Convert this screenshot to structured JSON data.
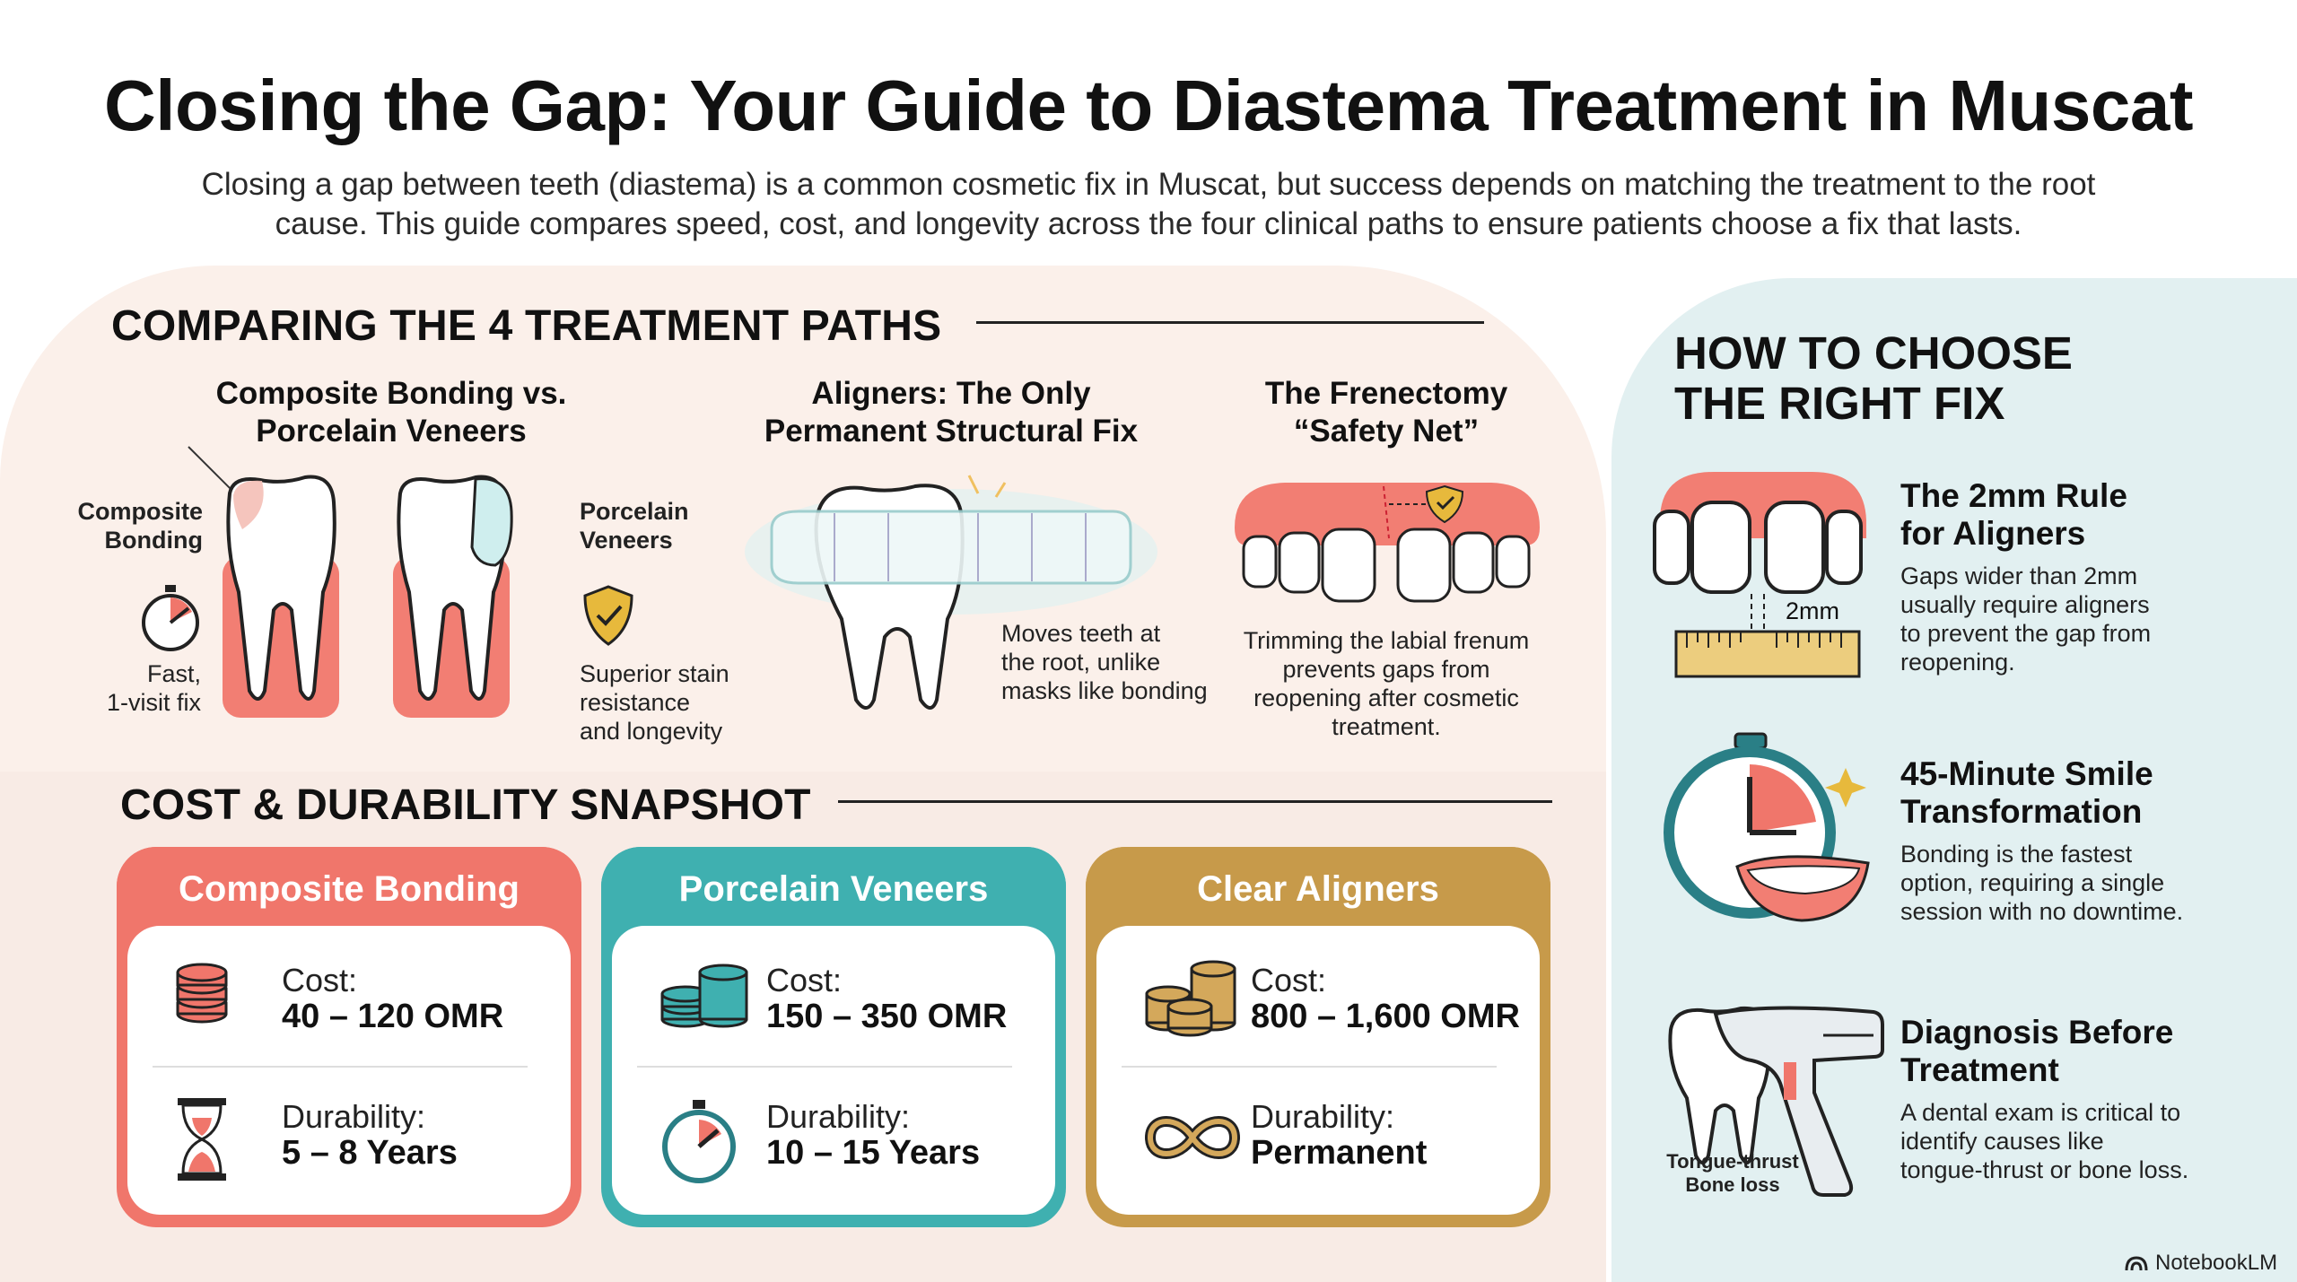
{
  "header": {
    "title": "Closing the Gap: Your Guide to Diastema Treatment in Muscat",
    "subtitle_line1": "Closing a gap between teeth (diastema) is a common cosmetic fix in Muscat, but success depends on matching the treatment to the root",
    "subtitle_line2": "cause. This guide compares speed, cost, and longevity across the four clinical paths to ensure patients choose a fix that lasts."
  },
  "paths": {
    "heading": "COMPARING THE 4 TREATMENT PATHS",
    "bonding_veneers": {
      "title_line1": "Composite Bonding vs.",
      "title_line2": "Porcelain Veneers",
      "left_label_line1": "Composite",
      "left_label_line2": "Bonding",
      "left_note_line1": "Fast,",
      "left_note_line2": "1-visit fix",
      "right_label_line1": "Porcelain",
      "right_label_line2": "Veneers",
      "right_note_line1": "Superior stain",
      "right_note_line2": "resistance",
      "right_note_line3": "and longevity"
    },
    "aligners": {
      "title_line1": "Aligners: The Only",
      "title_line2": "Permanent Structural Fix",
      "note_line1": "Moves teeth at",
      "note_line2": "the root, unlike",
      "note_line3": "masks like bonding"
    },
    "frenectomy": {
      "title_line1": "The Frenectomy",
      "title_line2": "“Safety Net”",
      "note_line1": "Trimming the labial frenum",
      "note_line2": "prevents gaps from",
      "note_line3": "reopening after cosmetic",
      "note_line4": "treatment."
    }
  },
  "snapshot": {
    "heading": "COST & DURABILITY SNAPSHOT",
    "cost_label": "Cost:",
    "durability_label": "Durability:",
    "cards": [
      {
        "name": "Composite Bonding",
        "cost": "40 – 120 OMR",
        "durability": "5 – 8 Years",
        "color": "#f0766b"
      },
      {
        "name": "Porcelain Veneers",
        "cost": "150 – 350 OMR",
        "durability": "10 – 15 Years",
        "color": "#3fb0b0"
      },
      {
        "name": "Clear Aligners",
        "cost": "800 – 1,600 OMR",
        "durability": "Permanent",
        "color": "#c79a4a"
      }
    ]
  },
  "choose": {
    "heading_line1": "HOW TO CHOOSE",
    "heading_line2": "THE RIGHT FIX",
    "items": [
      {
        "title_line1": "The 2mm Rule",
        "title_line2": "for Aligners",
        "text_line1": "Gaps wider than 2mm",
        "text_line2": "usually require aligners",
        "text_line3": "to prevent the gap from",
        "text_line4": "reopening.",
        "icon_label": "2mm"
      },
      {
        "title_line1": "45-Minute Smile",
        "title_line2": "Transformation",
        "text_line1": "Bonding is the fastest",
        "text_line2": "option, requiring a single",
        "text_line3": "session with no downtime."
      },
      {
        "title_line1": "Diagnosis Before",
        "title_line2": "Treatment",
        "text_line1": "A dental exam is critical to",
        "text_line2": "identify causes like",
        "text_line3": "tongue-thrust or bone loss.",
        "icon_label_line1": "Tongue-thrust",
        "icon_label_line2": "Bone loss"
      }
    ]
  },
  "footer": {
    "brand": "NotebookLM"
  },
  "colors": {
    "coral": "#f0766b",
    "teal": "#3fb0b0",
    "gold": "#c79a4a",
    "peach_bg": "#fbf0ea",
    "mint_bg": "#e2f0f1"
  }
}
